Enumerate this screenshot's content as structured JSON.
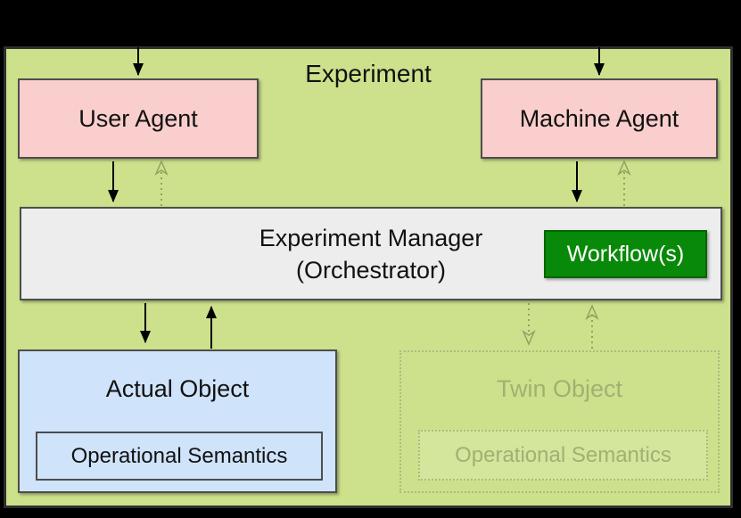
{
  "title": "Experiment",
  "nodes": {
    "user_agent": {
      "label": "User Agent"
    },
    "machine_agent": {
      "label": "Machine Agent"
    },
    "experiment_manager": {
      "line1": "Experiment Manager",
      "line2": "(Orchestrator)"
    },
    "workflow": {
      "label": "Workflow(s)"
    },
    "actual_object": {
      "label": "Actual Object",
      "inner_label": "Operational Semantics"
    },
    "twin_object": {
      "label": "Twin Object",
      "inner_label": "Operational Semantics"
    }
  },
  "colors": {
    "canvas-bg": "#000000",
    "panel-bg": "#cde18c",
    "panel-border": "#2f2f2f",
    "agent-bg": "#f9cecd",
    "node-border": "#4d4d4d",
    "manager-bg": "#ededed",
    "workflow-bg": "#098909",
    "workflow-border": "#056505",
    "workflow-text": "#ffffff",
    "object-bg": "#cfe3fb",
    "twin-border": "#a8bc7d",
    "twin-text": "#9fb173",
    "arrow-solid": "#000000",
    "arrow-dotted": "#8fa263",
    "text": "#111111"
  }
}
